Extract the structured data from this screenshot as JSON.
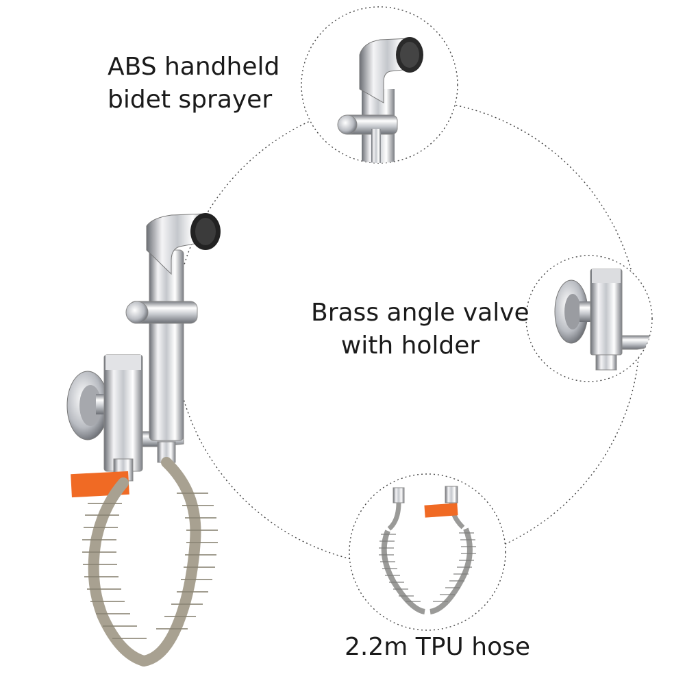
{
  "labels": {
    "sprayer": [
      "ABS handheld",
      "bidet sprayer"
    ],
    "valve": [
      "Brass angle valve",
      "with holder"
    ],
    "hose": "2.2m TPU hose"
  },
  "colors": {
    "chrome_light": "#f4f4f6",
    "chrome_mid": "#b9bcc2",
    "chrome_dark": "#5a5d63",
    "hose": "#a8a191",
    "tag": "#f06a24",
    "dotted_line": "#444444",
    "text": "#1a1a1a"
  }
}
